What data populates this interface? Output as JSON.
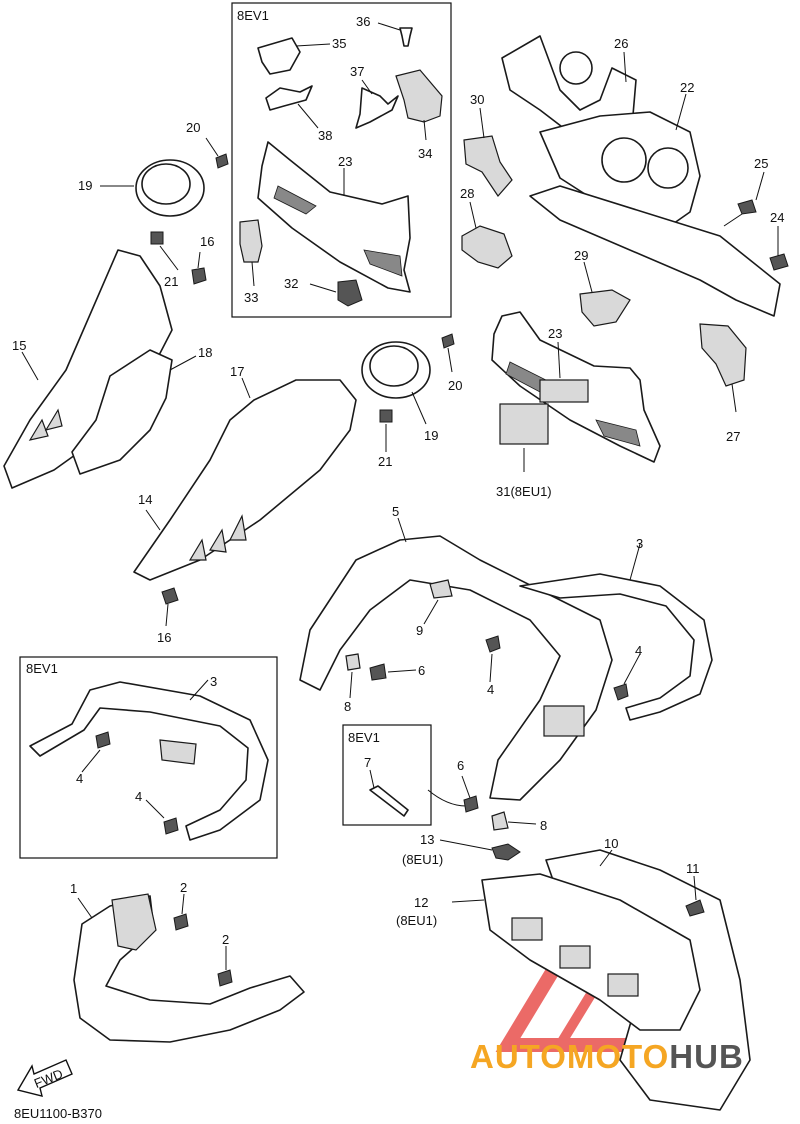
{
  "boxes": {
    "top_variant": "8EV1",
    "guard_variant": "8EV1",
    "bolt_variant": "8EV1"
  },
  "labels": {
    "n1": "1",
    "n2a": "2",
    "n2b": "2",
    "n3a": "3",
    "n3b": "3",
    "n4a": "4",
    "n4b": "4",
    "n4c": "4",
    "n4d": "4",
    "n5": "5",
    "n6a": "6",
    "n6b": "6",
    "n7": "7",
    "n8a": "8",
    "n8b": "8",
    "n9": "9",
    "n10": "10",
    "n11": "11",
    "n12": "12",
    "n12v": "(8EU1)",
    "n13": "13",
    "n13v": "(8EU1)",
    "n14": "14",
    "n15": "15",
    "n16a": "16",
    "n16b": "16",
    "n17": "17",
    "n18": "18",
    "n19a": "19",
    "n19b": "19",
    "n20a": "20",
    "n20b": "20",
    "n21a": "21",
    "n21b": "21",
    "n22": "22",
    "n23a": "23",
    "n23b": "23",
    "n24": "24",
    "n25": "25",
    "n26": "26",
    "n27": "27",
    "n28": "28",
    "n29": "29",
    "n30": "30",
    "n31": "31(8EU1)",
    "n32": "32",
    "n33": "33",
    "n34": "34",
    "n35": "35",
    "n36": "36",
    "n37": "37",
    "n38": "38"
  },
  "fwd_label": "FWD",
  "diagram_code": "8EU1100-B370",
  "watermark": {
    "part1": "AUTOMOTO",
    "part2": "HUB",
    "color_orange": "#f5a623",
    "color_dark": "#555555",
    "color_red": "#e53935"
  }
}
